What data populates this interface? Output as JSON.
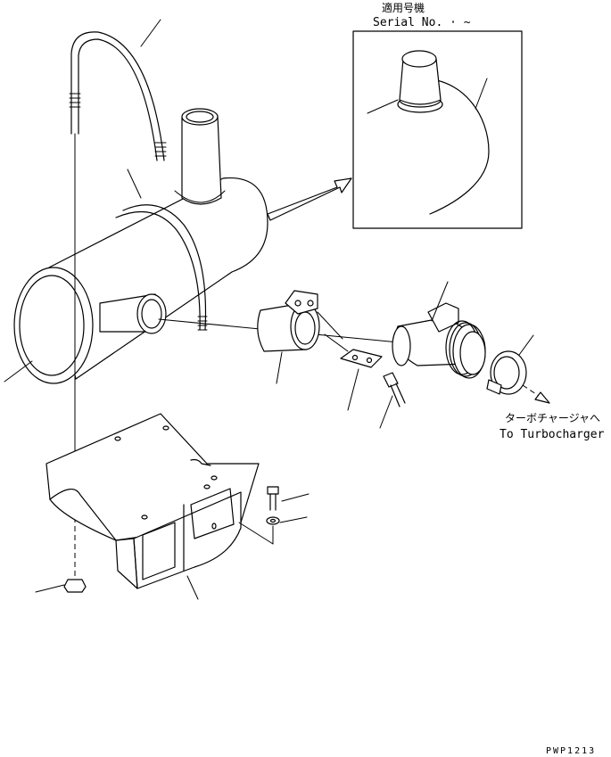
{
  "labels": {
    "serial_heading": "適用号機",
    "serial_caption": "Serial No.  ·  ~",
    "destination_jp": "ターボチャージャへ",
    "destination_en": "To Turbocharger",
    "drawing_code": "PWP1213"
  }
}
